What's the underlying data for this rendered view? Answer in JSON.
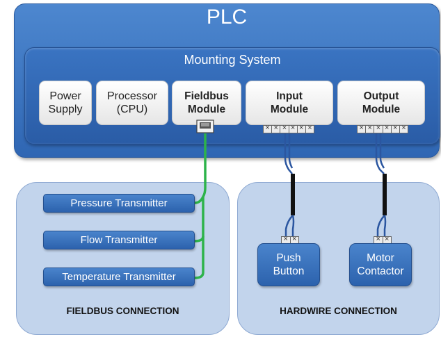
{
  "plc": {
    "title": "PLC"
  },
  "mounting_system": {
    "title": "Mounting System"
  },
  "modules": [
    {
      "label": "Power\nSupply"
    },
    {
      "label": "Processor\n(CPU)"
    },
    {
      "label": "Fieldbus\nModule"
    },
    {
      "label": "Input\nModule"
    },
    {
      "label": "Output\nModule"
    }
  ],
  "fieldbus": {
    "transmitters": [
      "Pressure Transmitter",
      "Flow Transmitter",
      "Temperature Transmitter"
    ],
    "label": "FIELDBUS CONNECTION"
  },
  "hardwire": {
    "devices": [
      "Push\nButton",
      "Motor\nContactor"
    ],
    "label": "HARDWIRE CONNECTION"
  },
  "colors": {
    "plc_blue": "#3a74c2",
    "panel_blue": "#c2d4ec",
    "fieldbus_wire": "#2db34a",
    "cable": "#111111"
  }
}
